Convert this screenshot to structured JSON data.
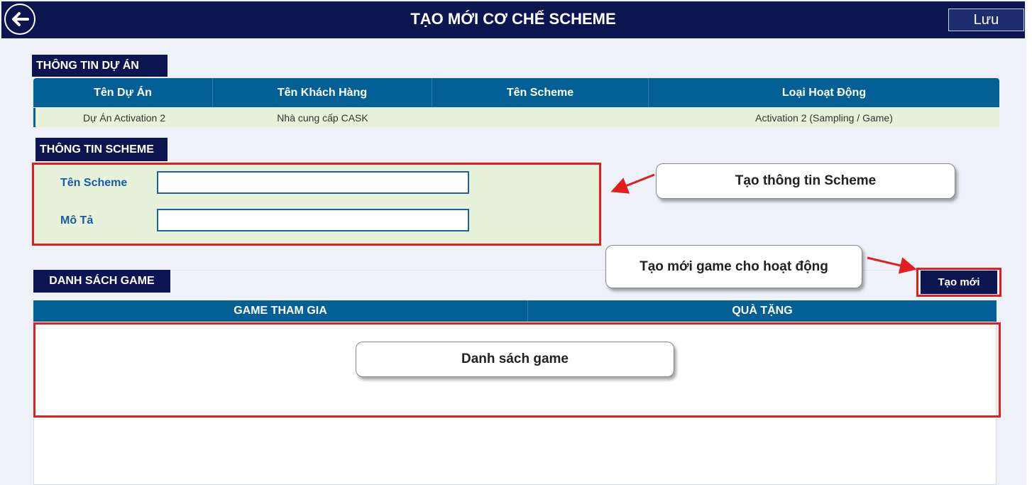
{
  "header": {
    "title": "TẠO MỚI CƠ CHẾ SCHEME",
    "save_label": "Lưu",
    "back_icon": "arrow-left-icon"
  },
  "project_info": {
    "section_title": "THÔNG TIN DỰ ÁN",
    "columns": [
      "Tên Dự Án",
      "Tên Khách Hàng",
      "Tên Scheme",
      "Loại Hoạt Động"
    ],
    "row": [
      "Dự Án Activation 2",
      "Nhà cung cấp CASK",
      "",
      "Activation 2 (Sampling / Game)"
    ]
  },
  "scheme_info": {
    "section_title": "THÔNG TIN SCHEME",
    "name_label": "Tên Scheme",
    "name_value": "",
    "desc_label": "Mô Tả",
    "desc_value": ""
  },
  "game_list": {
    "section_title": "DANH SÁCH GAME",
    "new_button": "Tạo mới",
    "columns": [
      "GAME THAM GIA",
      "QUÀ TẶNG"
    ]
  },
  "callouts": {
    "scheme": "Tạo thông tin Scheme",
    "new_game": "Tạo mới game cho hoạt động",
    "game_list": "Danh sách game"
  },
  "colors": {
    "header_bg": "#0d1550",
    "table_header": "#035f94",
    "row_bg": "#e6f2d9",
    "highlight_red": "#e0201e",
    "label_blue": "#1a5aa8"
  }
}
